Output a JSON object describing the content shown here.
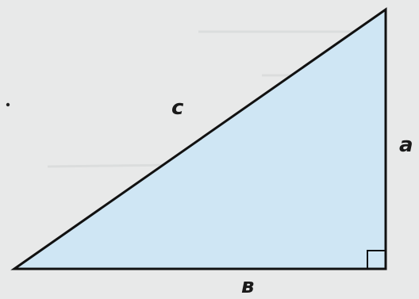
{
  "diagram": {
    "labels": {
      "hypotenuse": "c",
      "vertical_leg": "a",
      "horizontal_leg": "в"
    },
    "colors": {
      "fill": "#cfe6f4",
      "stroke": "#111111",
      "background": "#e8e9e9"
    }
  }
}
